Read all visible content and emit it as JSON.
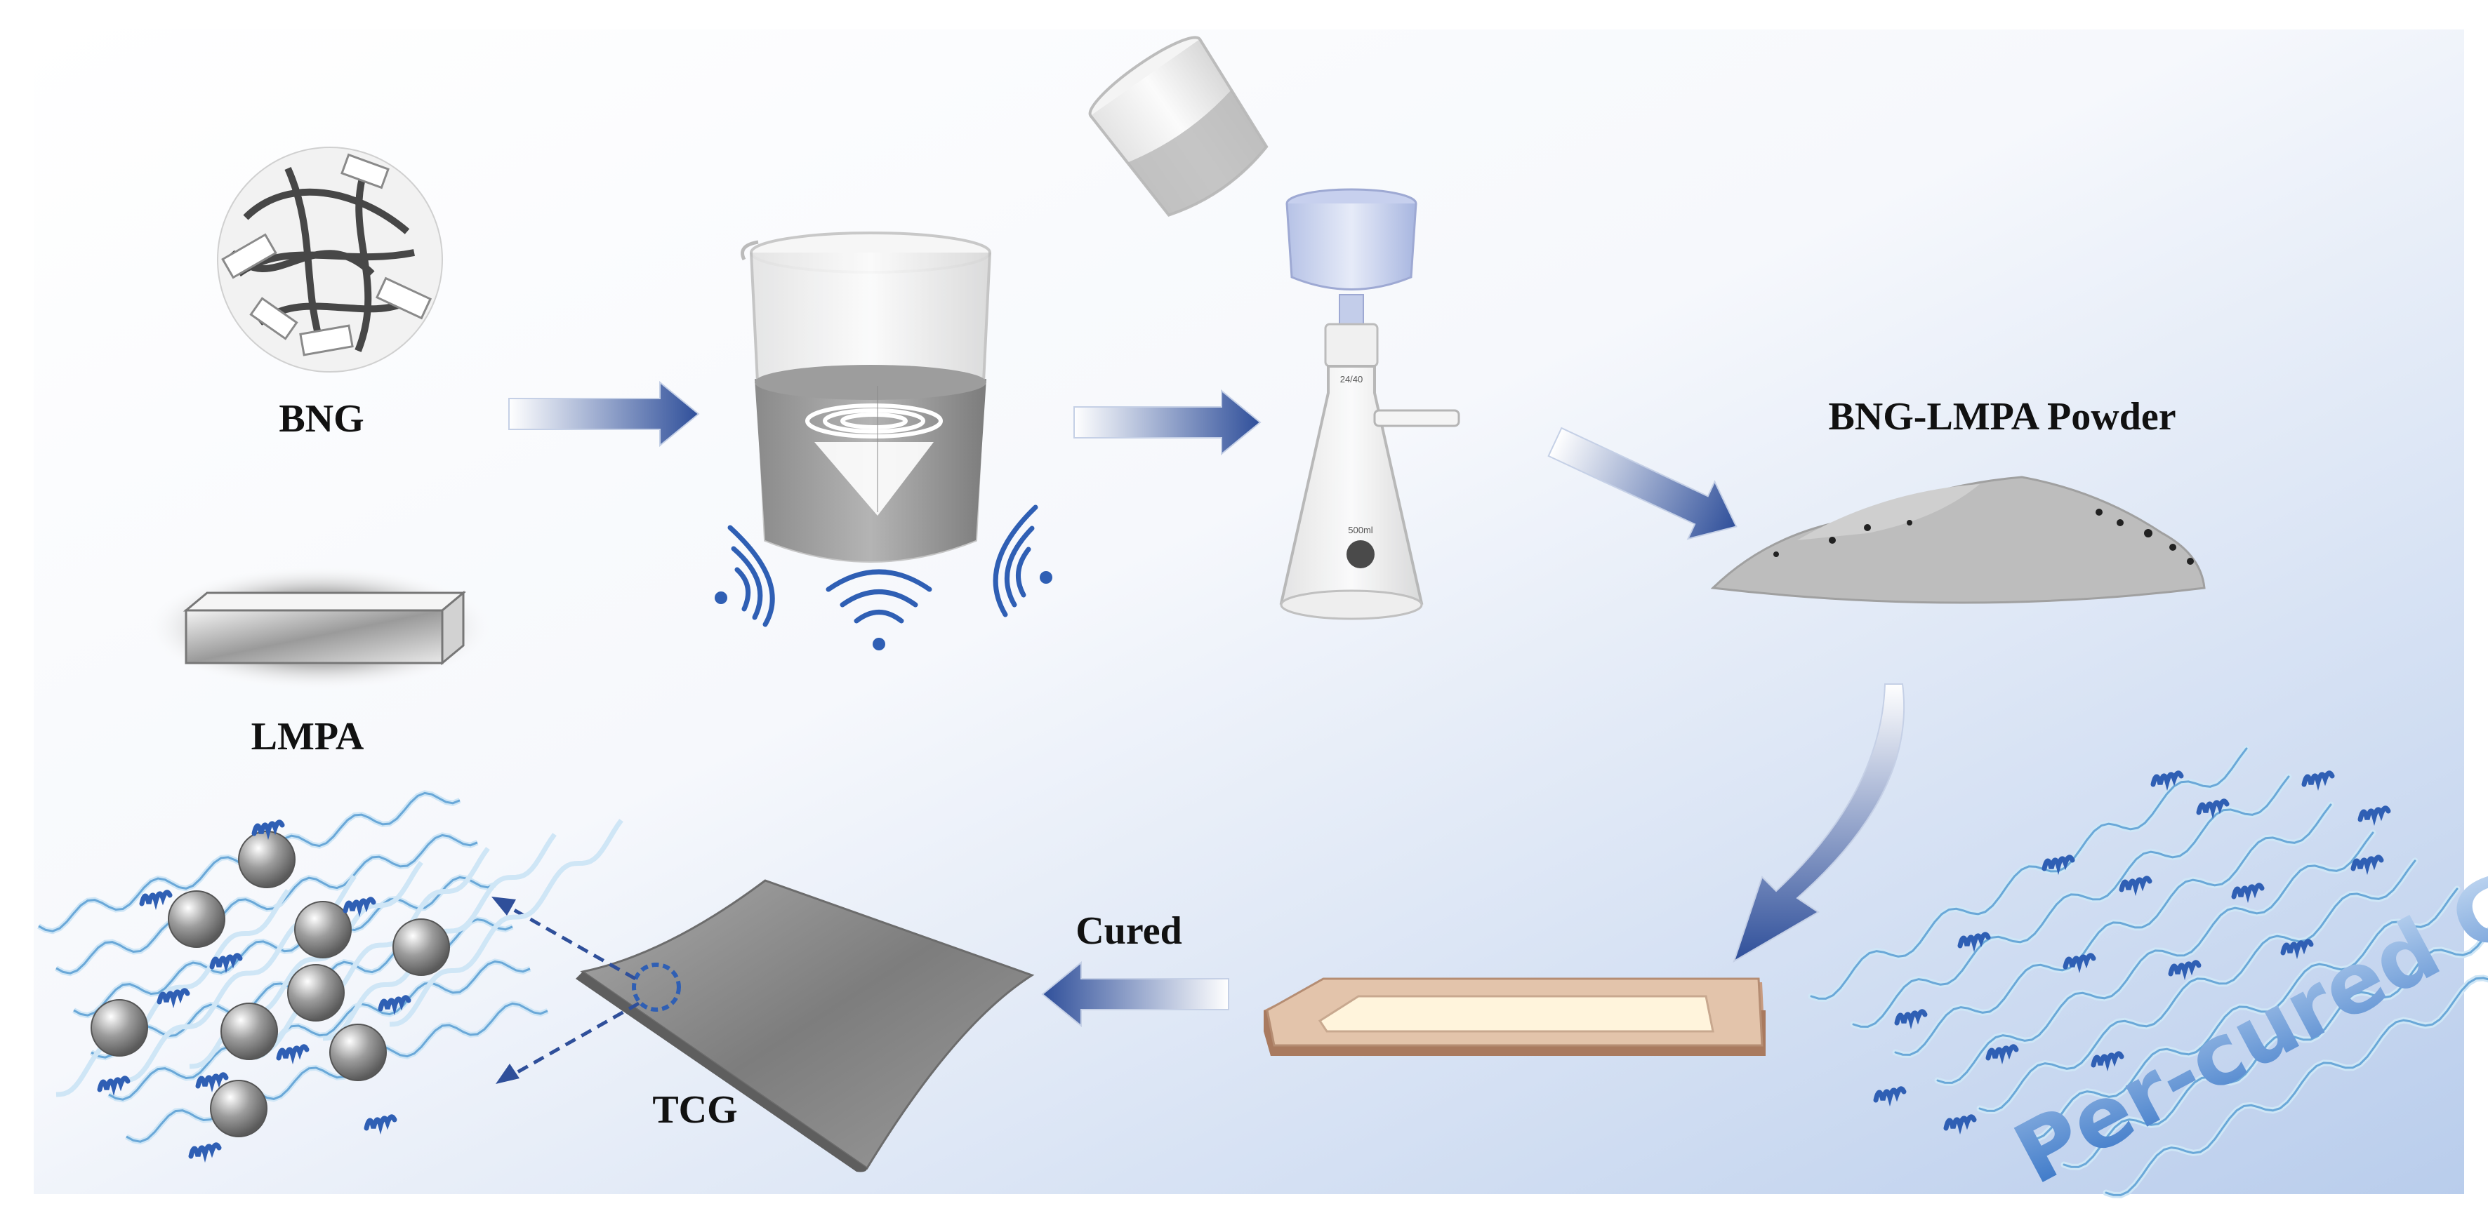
{
  "labels": {
    "bng": "BNG",
    "lmpa": "LMPA",
    "powder": "BNG-LMPA Powder",
    "cured": "Cured",
    "tcg": "TCG",
    "gel": "Per-cured GEL"
  },
  "flask_marks": {
    "joint": "24/40",
    "volume": "500ml"
  },
  "icons": [
    "bng-nanosheet-ball-icon",
    "lmpa-bar-icon",
    "beaker-vortex-icon",
    "ultrasound-wave-icon",
    "pouring-beaker-icon",
    "filter-flask-icon",
    "powder-pile-icon",
    "mold-tray-icon",
    "polymer-chain-icon",
    "sheet-icon",
    "network-icon"
  ],
  "colors": {
    "arrow": "#3b5ea8",
    "wave": "#2f5fb4",
    "chain": "#6aa8d8",
    "chainLight": "#cfe6f6",
    "gelText": "#3a78c8",
    "background_tint": "#c9d9f0"
  }
}
